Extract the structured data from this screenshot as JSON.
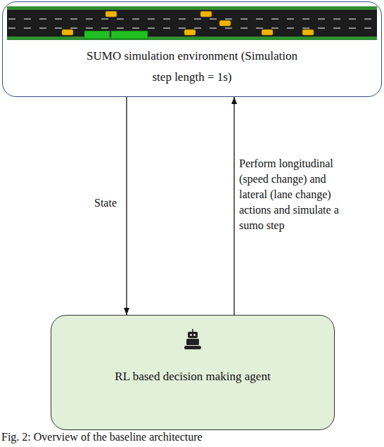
{
  "diagram": {
    "caption": "Fig. 2: Overview of the baseline architecture",
    "nodes": [
      {
        "text": [
          "SUMO simulation environment (Simulation step length = 1s)"
        ]
      },
      {
        "text": [
          "RL based decision making agent"
        ]
      }
    ],
    "edges": [
      {
        "from": 0,
        "to": 1,
        "arrow": "to",
        "label": "State"
      },
      {
        "from": 1,
        "to": 0,
        "arrow": "to",
        "label": "Perform longitudinal (speed change) and lateral (lane change) actions and simulate a sumo step"
      }
    ]
  }
}
